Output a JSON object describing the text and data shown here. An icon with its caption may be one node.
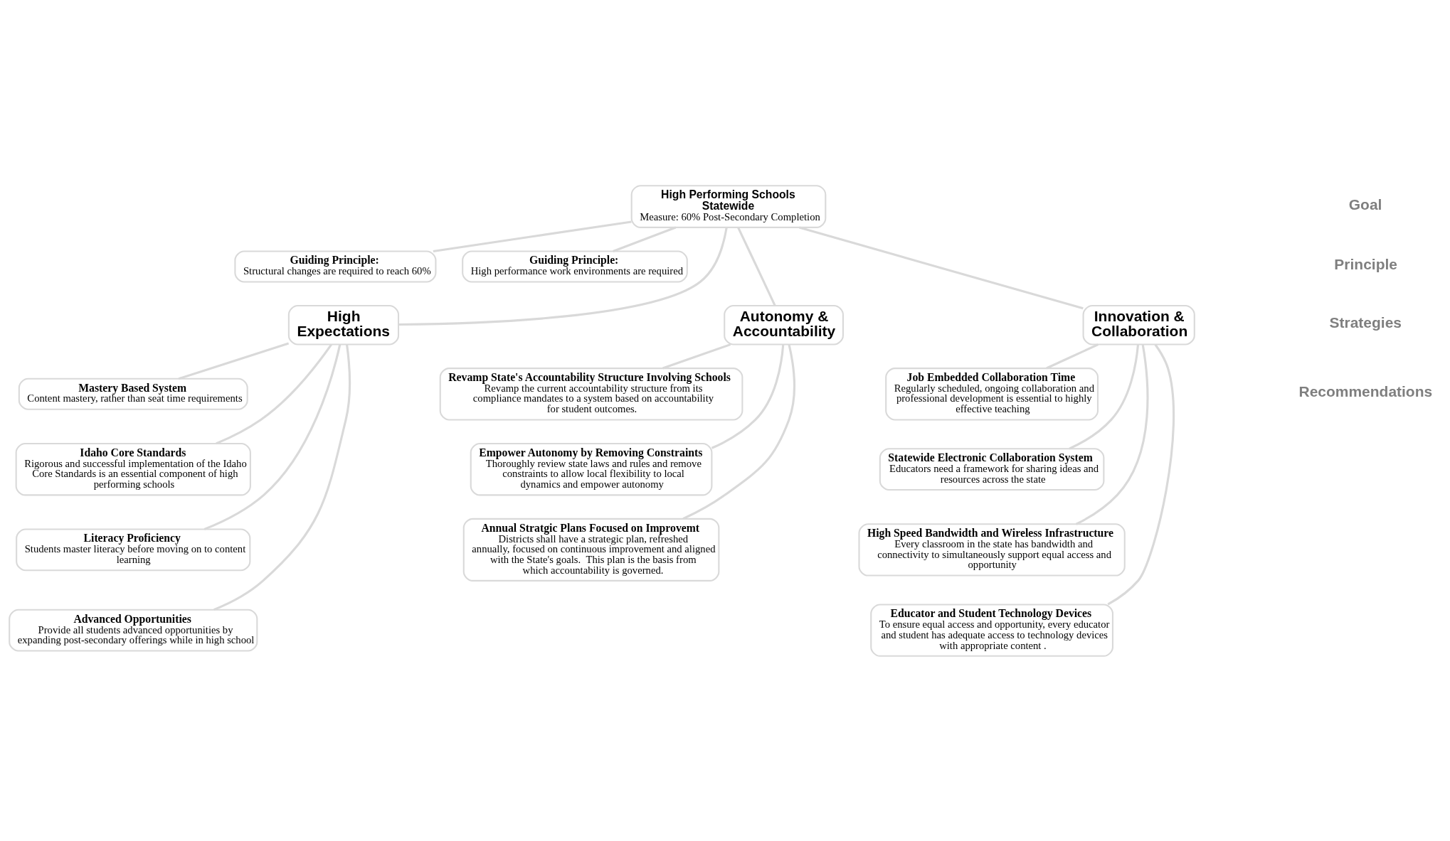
{
  "diagram": {
    "nodes": [
      {
        "text": [
          "High Performing Schools Statewide",
          "Measure: 60% Post-Secondary Completion"
        ]
      },
      {
        "text": [
          "Guiding Principle:",
          "Structural changes are required to reach 60%"
        ]
      },
      {
        "text": [
          "Guiding Principle:",
          "High performance work environments are required"
        ]
      },
      {
        "text": [
          "High Expectations"
        ]
      },
      {
        "text": [
          "Autonomy & Accountability"
        ]
      },
      {
        "text": [
          "Innovation & Collaboration"
        ]
      },
      {
        "text": [
          "Mastery Based System",
          "Content mastery, rather than seat time requirements"
        ]
      },
      {
        "text": [
          "Idaho Core Standards",
          "Rigorous and successful implementation of the Idaho Core Standards is an essential component of high performing schools"
        ]
      },
      {
        "text": [
          "Literacy Proficiency",
          "Students master literacy before moving on to content learning"
        ]
      },
      {
        "text": [
          "Advanced Opportunities",
          "Provide all students advanced opportunities by expanding post-secondary offerings while in high school"
        ]
      },
      {
        "text": [
          "Revamp State's Accountability Structure Involving Schools",
          "Revamp the current accountability structure from its compliance mandates to a system based on accountability for student outcomes."
        ]
      },
      {
        "text": [
          "Empower Autonomy by Removing Constraints",
          "Thoroughly review state laws and rules and remove constraints to allow local flexibility to local dynamics and empower autonomy"
        ]
      },
      {
        "text": [
          "Annual Stratgic Plans Focused on Improvemt",
          "Districts shall have a strategic plan, refreshed annually, focused on continuous improvement and aligned with the State's goals.  This plan is the basis from which accountability is governed."
        ]
      },
      {
        "text": [
          "Job Embedded Collaboration Time",
          "Regularly scheduled, ongoing collaboration and professional development is essential to highly effective teaching"
        ]
      },
      {
        "text": [
          "Statewide Electronic Collaboration System",
          "Educators need a framework for sharing ideas and resources across the state"
        ]
      },
      {
        "text": [
          "High Speed Bandwidth and Wireless Infrastructure",
          "Every classroom in the state has bandwidth and connectivity to simultaneously support equal access and opportunity"
        ]
      },
      {
        "text": [
          "Educator and Student Technology Devices",
          "To ensure equal access and opportunity, every educator and student has adequate access to technology devices with appropriate content ."
        ]
      }
    ],
    "edges": [
      {
        "from": 0,
        "to": 1,
        "arrow": "none"
      },
      {
        "from": 0,
        "to": 2,
        "arrow": "none"
      },
      {
        "from": 0,
        "to": 3,
        "arrow": "none"
      },
      {
        "from": 0,
        "to": 4,
        "arrow": "none"
      },
      {
        "from": 0,
        "to": 5,
        "arrow": "none"
      },
      {
        "from": 3,
        "to": 6,
        "arrow": "none"
      },
      {
        "from": 3,
        "to": 7,
        "arrow": "none"
      },
      {
        "from": 3,
        "to": 8,
        "arrow": "none"
      },
      {
        "from": 3,
        "to": 9,
        "arrow": "none"
      },
      {
        "from": 4,
        "to": 10,
        "arrow": "none"
      },
      {
        "from": 4,
        "to": 11,
        "arrow": "none"
      },
      {
        "from": 4,
        "to": 12,
        "arrow": "none"
      },
      {
        "from": 5,
        "to": 13,
        "arrow": "none"
      },
      {
        "from": 5,
        "to": 14,
        "arrow": "none"
      },
      {
        "from": 5,
        "to": 15,
        "arrow": "none"
      },
      {
        "from": 5,
        "to": 16,
        "arrow": "none"
      }
    ],
    "labels": [
      "Goal",
      "Principle",
      "Strategies",
      "Recommendations"
    ]
  }
}
